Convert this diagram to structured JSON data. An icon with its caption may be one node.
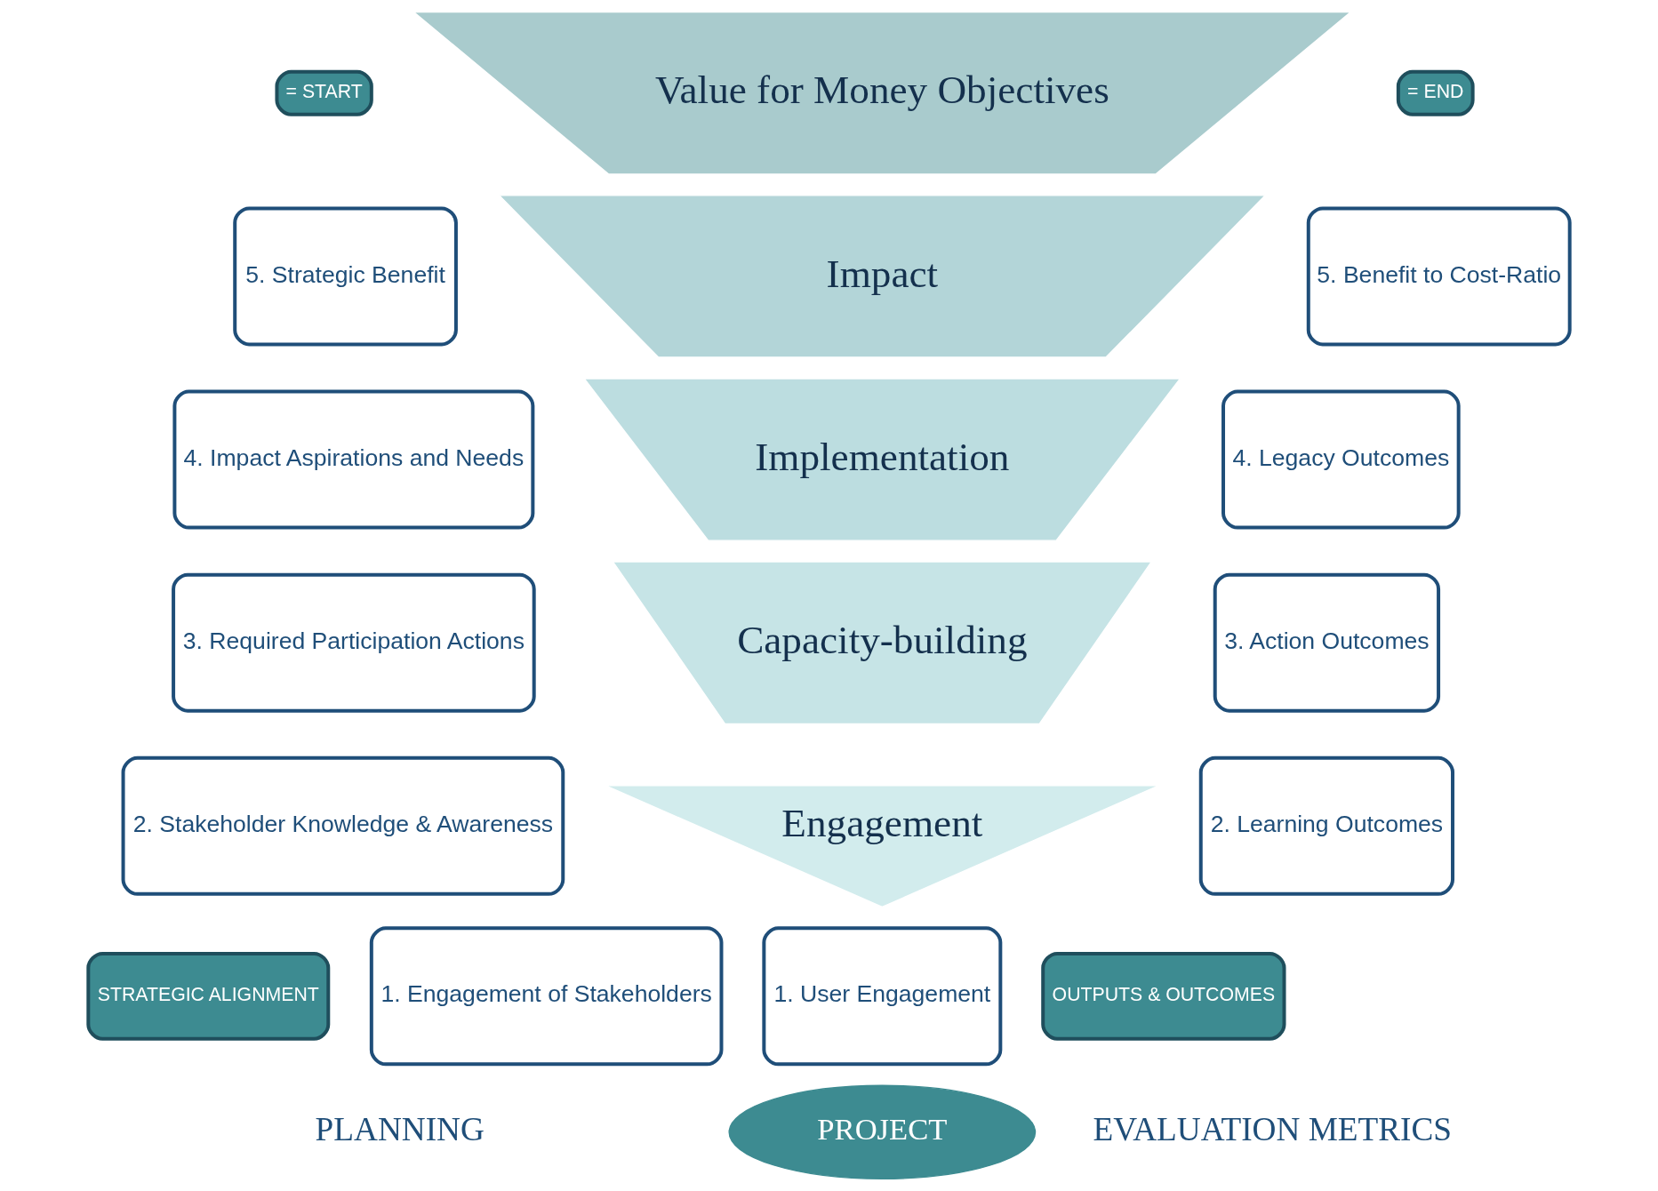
{
  "diagram": {
    "nodes": [
      {
        "text": [
          "= START"
        ]
      },
      {
        "text": [
          "Value for Money Objectives"
        ]
      },
      {
        "text": [
          "= END"
        ]
      },
      {
        "text": [
          "5. Strategic Benefit"
        ]
      },
      {
        "text": [
          "Impact"
        ]
      },
      {
        "text": [
          "5. Benefit to Cost-Ratio"
        ]
      },
      {
        "text": [
          "4. Impact Aspirations and Needs"
        ]
      },
      {
        "text": [
          "Implementation"
        ]
      },
      {
        "text": [
          "4. Legacy Outcomes"
        ]
      },
      {
        "text": [
          "3. Required Participation Actions"
        ]
      },
      {
        "text": [
          "Capacity-building"
        ]
      },
      {
        "text": [
          "3. Action Outcomes"
        ]
      },
      {
        "text": [
          "2. Stakeholder Knowledge & Awareness"
        ]
      },
      {
        "text": [
          "Engagement"
        ]
      },
      {
        "text": [
          "2. Learning Outcomes"
        ]
      },
      {
        "text": [
          "1. Engagement of Stakeholders"
        ]
      },
      {
        "text": [
          "1. User Engagement"
        ]
      },
      {
        "text": [
          "STRATEGIC ALIGNMENT"
        ]
      },
      {
        "text": [
          "OUTPUTS & OUTCOMES"
        ]
      },
      {
        "text": [
          "PROJECT"
        ]
      }
    ],
    "edges": [],
    "labels": [
      "PLANNING",
      "EVALUATION METRICS"
    ]
  }
}
